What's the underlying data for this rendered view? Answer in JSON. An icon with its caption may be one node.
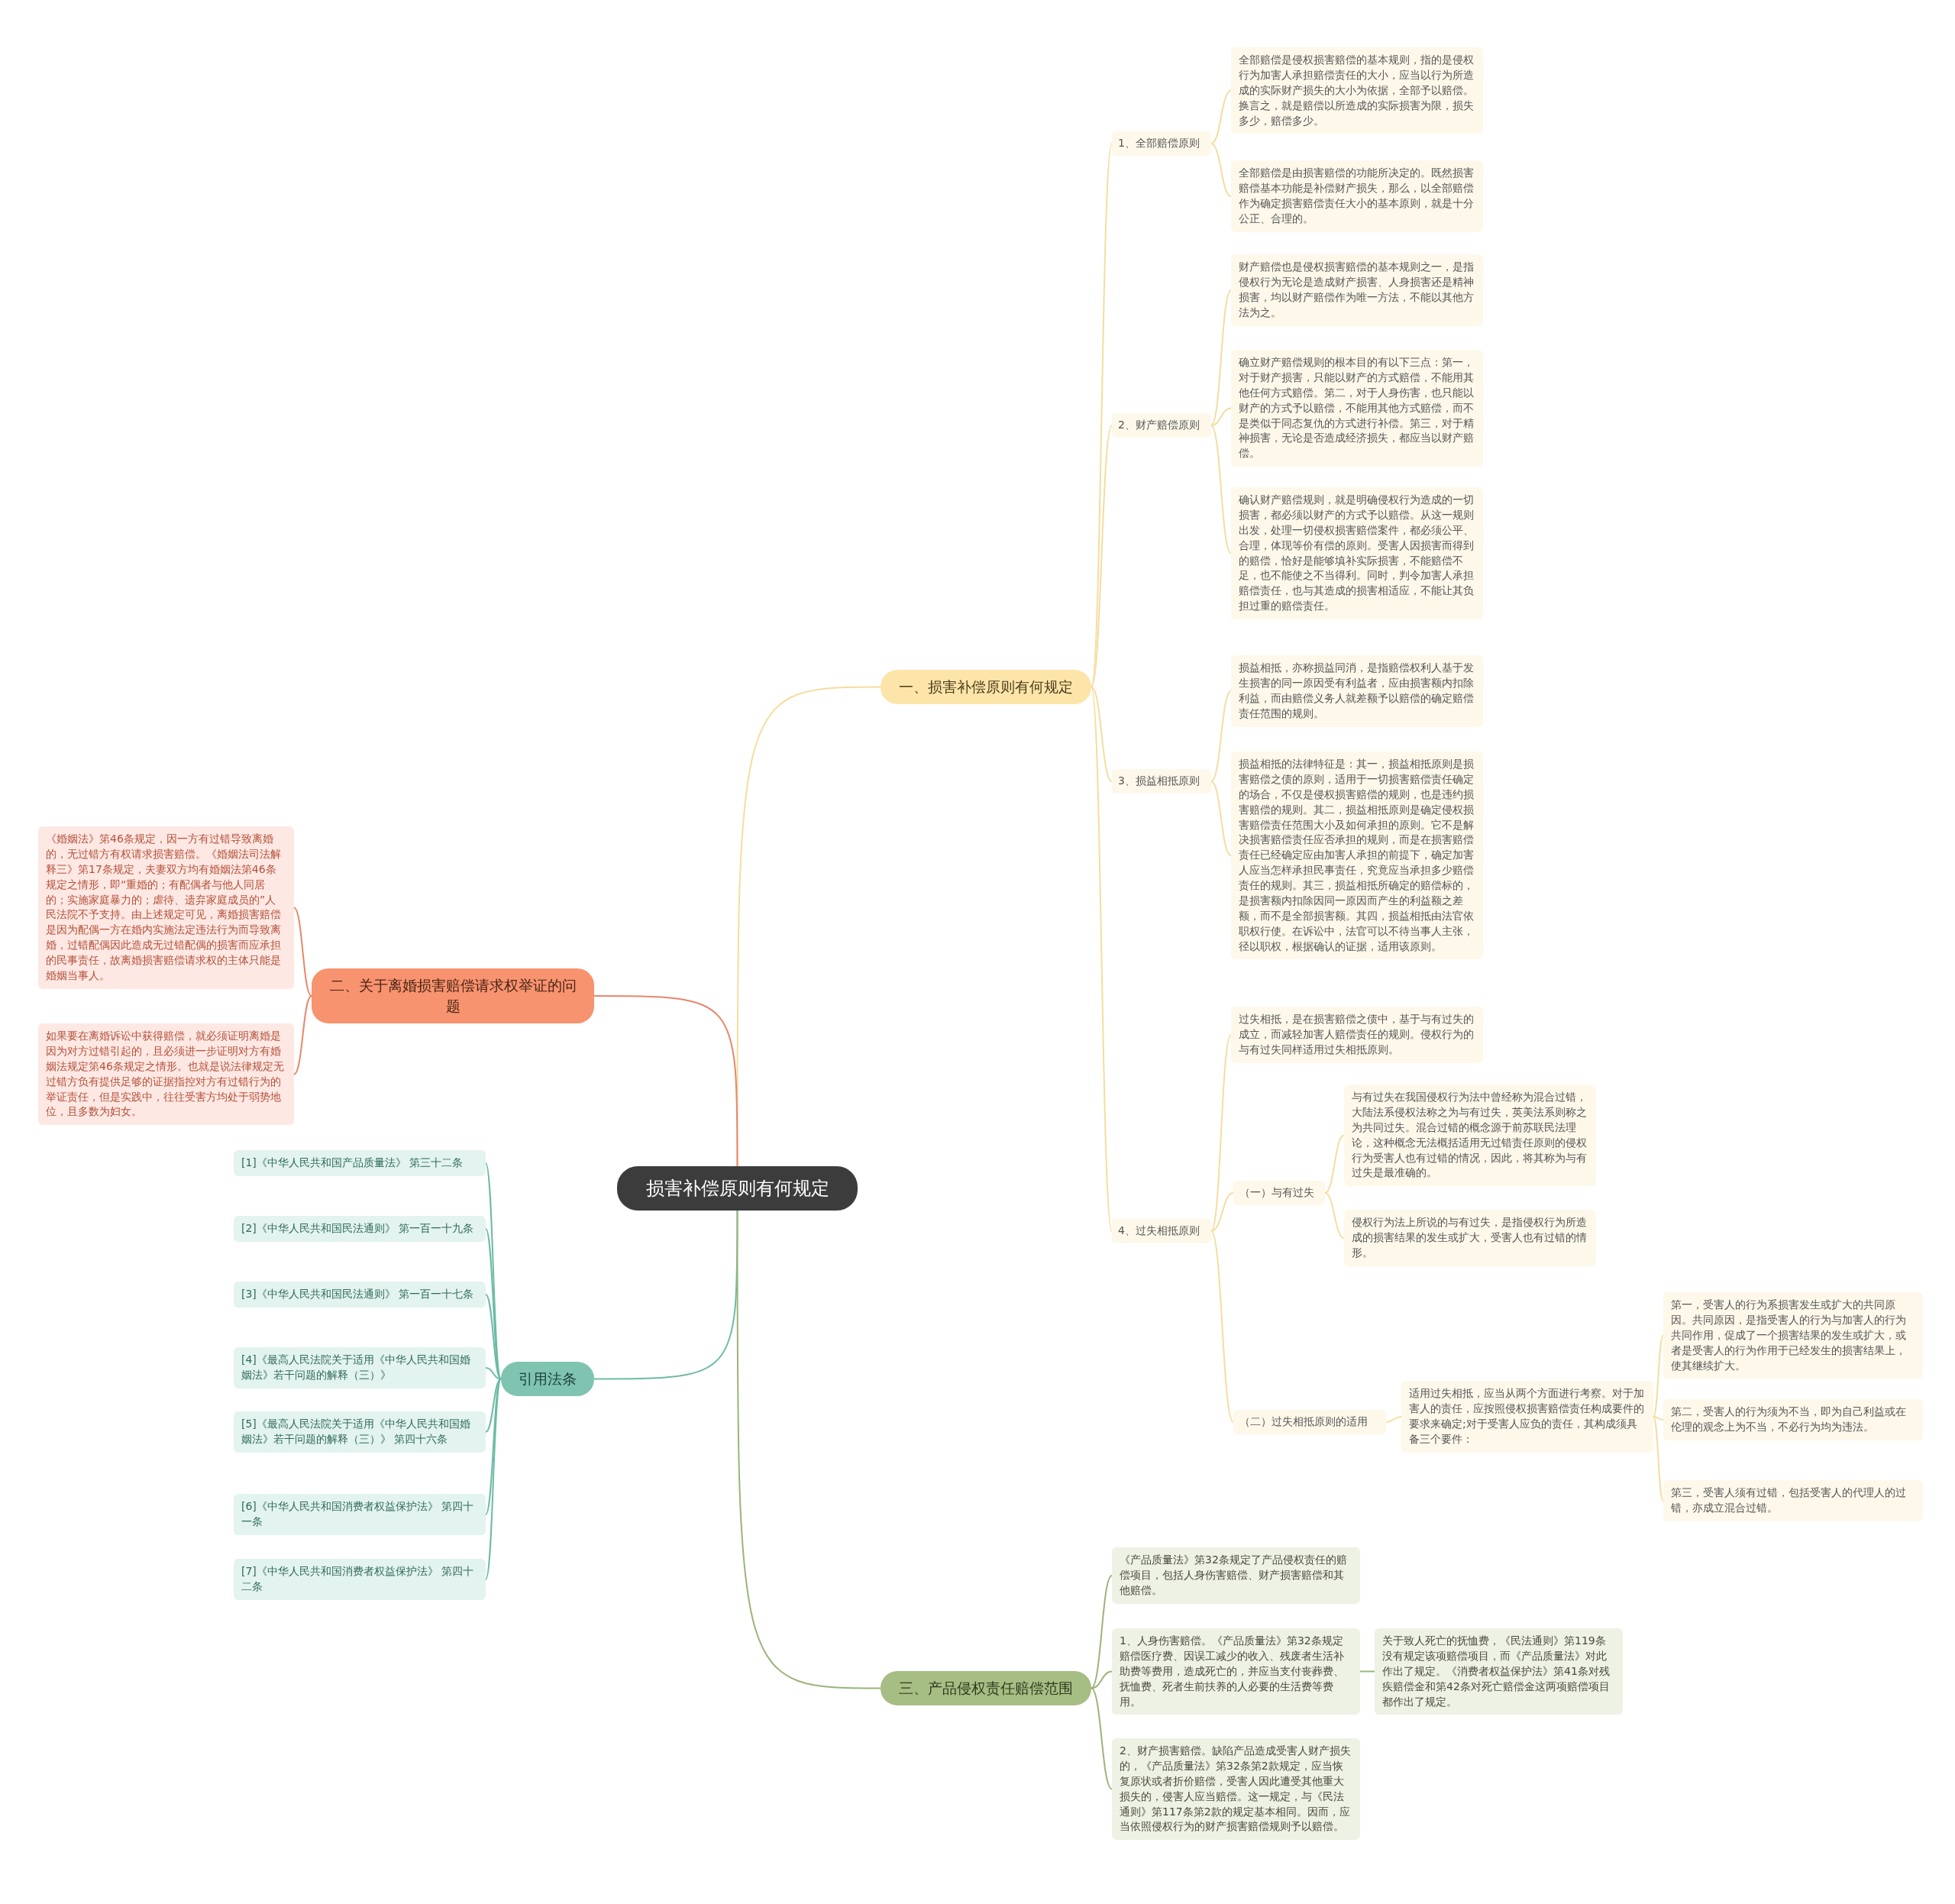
{
  "diagram": {
    "nodes": [
      {
        "text": [
          "损害补偿原则有何规定"
        ]
      },
      {
        "text": [
          "一、损害补偿原则有何规定"
        ]
      },
      {
        "text": [
          "1、全部赔偿原则"
        ]
      },
      {
        "text": [
          "全部赔偿是侵权损害赔偿的基本规则，指的是侵权行为加害人承担赔偿责任的大小，应当以行为所造成的实际财产损失的大小为依据，全部予以赔偿。换言之，就是赔偿以所造成的实际损害为限，损失多少，赔偿多少。"
        ]
      },
      {
        "text": [
          "全部赔偿是由损害赔偿的功能所决定的。既然损害赔偿基本功能是补偿财产损失，那么，以全部赔偿作为确定损害赔偿责任大小的基本原则，就是十分公正、合理的。"
        ]
      },
      {
        "text": [
          "2、财产赔偿原则"
        ]
      },
      {
        "text": [
          "财产赔偿也是侵权损害赔偿的基本规则之一，是指侵权行为无论是造成财产损害、人身损害还是精神损害，均以财产赔偿作为唯一方法，不能以其他方法为之。"
        ]
      },
      {
        "text": [
          "确立财产赔偿规则的根本目的有以下三点：第一，对于财产损害，只能以财产的方式赔偿，不能用其他任何方式赔偿。第二，对于人身伤害，也只能以财产的方式予以赔偿，不能用其他方式赔偿，而不是类似于同态复仇的方式进行补偿。第三，对于精神损害，无论是否造成经济损失，都应当以财产赔偿。"
        ]
      },
      {
        "text": [
          "确认财产赔偿规则，就是明确侵权行为造成的一切损害，都必须以财产的方式予以赔偿。从这一规则出发，处理一切侵权损害赔偿案件，都必须公平、合理，体现等价有偿的原则。受害人因损害而得到的赔偿，恰好是能够填补实际损害，不能赔偿不足，也不能使之不当得利。同时，判令加害人承担赔偿责任，也与其造成的损害相适应，不能让其负担过重的赔偿责任。"
        ]
      },
      {
        "text": [
          "3、损益相抵原则"
        ]
      },
      {
        "text": [
          "损益相抵，亦称损益同消，是指赔偿权利人基于发生损害的同一原因受有利益者，应由损害额内扣除利益，而由赔偿义务人就差额予以赔偿的确定赔偿责任范围的规则。"
        ]
      },
      {
        "text": [
          "损益相抵的法律特征是：其一，损益相抵原则是损害赔偿之债的原则，适用于一切损害赔偿责任确定的场合，不仅是侵权损害赔偿的规则，也是违约损害赔偿的规则。其二，损益相抵原则是确定侵权损害赔偿责任范围大小及如何承担的原则。它不是解决损害赔偿责任应否承担的规则，而是在损害赔偿责任已经确定应由加害人承担的前提下，确定加害人应当怎样承担民事责任，究竟应当承担多少赔偿责任的规则。其三，损益相抵所确定的赔偿标的，是损害额内扣除因同一原因而产生的利益额之差额，而不是全部损害额。其四，损益相抵由法官依职权行使。在诉讼中，法官可以不待当事人主张，径以职权，根据确认的证据，适用该原则。"
        ]
      },
      {
        "text": [
          "4、过失相抵原则"
        ]
      },
      {
        "text": [
          "过失相抵，是在损害赔偿之债中，基于与有过失的成立，而减轻加害人赔偿责任的规则。侵权行为的与有过失同样适用过失相抵原则。"
        ]
      },
      {
        "text": [
          "（一）与有过失"
        ]
      },
      {
        "text": [
          "与有过失在我国侵权行为法中曾经称为混合过错，大陆法系侵权法称之为与有过失，英美法系则称之为共同过失。混合过错的概念源于前苏联民法理论，这种概念无法概括适用无过错责任原则的侵权行为受害人也有过错的情况，因此，将其称为与有过失是最准确的。"
        ]
      },
      {
        "text": [
          "侵权行为法上所说的与有过失，是指侵权行为所造成的损害结果的发生或扩大，受害人也有过错的情形。"
        ]
      },
      {
        "text": [
          "（二）过失相抵原则的适用"
        ]
      },
      {
        "text": [
          "适用过失相抵，应当从两个方面进行考察。对于加害人的责任，应按照侵权损害赔偿责任构成要件的要求来确定;对于受害人应负的责任，其构成须具备三个要件："
        ]
      },
      {
        "text": [
          "第一，受害人的行为系损害发生或扩大的共同原因。共同原因，是指受害人的行为与加害人的行为共同作用，促成了一个损害结果的发生或扩大，或者是受害人的行为作用于已经发生的损害结果上，使其继续扩大。"
        ]
      },
      {
        "text": [
          "第二，受害人的行为须为不当，即为自己利益或在伦理的观念上为不当，不必行为均为违法。"
        ]
      },
      {
        "text": [
          "第三，受害人须有过错，包括受害人的代理人的过错，亦成立混合过错。"
        ]
      },
      {
        "text": [
          "二、关于离婚损害赔偿请求权举证的问题"
        ]
      },
      {
        "text": [
          "《婚姻法》第46条规定，因一方有过错导致离婚的，无过错方有权请求损害赔偿。《婚姻法司法解释三》第17条规定，夫妻双方均有婚姻法第46条规定之情形，即“重婚的；有配偶者与他人同居的；实施家庭暴力的；虐待、遗弃家庭成员的”人民法院不予支持。由上述规定可见，离婚损害赔偿是因为配偶一方在婚内实施法定违法行为而导致离婚，过错配偶因此造成无过错配偶的损害而应承担的民事责任，故离婚损害赔偿请求权的主体只能是婚姻当事人。"
        ]
      },
      {
        "text": [
          "如果要在离婚诉讼中获得赔偿，就必须证明离婚是因为对方过错引起的，且必须进一步证明对方有婚姻法规定第46条规定之情形。也就是说法律规定无过错方负有提供足够的证据指控对方有过错行为的举证责任，但是实践中，往往受害方均处于弱势地位，且多数为妇女。"
        ]
      },
      {
        "text": [
          "引用法条"
        ]
      },
      {
        "text": [
          "[1]《中华人民共和国产品质量法》 第三十二条"
        ]
      },
      {
        "text": [
          "[2]《中华人民共和国民法通则》 第一百一十九条"
        ]
      },
      {
        "text": [
          "[3]《中华人民共和国民法通则》 第一百一十七条"
        ]
      },
      {
        "text": [
          "[4]《最高人民法院关于适用《中华人民共和国婚姻法》若干问题的解释（三）》"
        ]
      },
      {
        "text": [
          "[5]《最高人民法院关于适用《中华人民共和国婚姻法》若干问题的解释（三）》 第四十六条"
        ]
      },
      {
        "text": [
          "[6]《中华人民共和国消费者权益保护法》 第四十一条"
        ]
      },
      {
        "text": [
          "[7]《中华人民共和国消费者权益保护法》 第四十二条"
        ]
      },
      {
        "text": [
          "三、产品侵权责任赔偿范围"
        ]
      },
      {
        "text": [
          "《产品质量法》第32条规定了产品侵权责任的赔偿项目，包括人身伤害赔偿、财产损害赔偿和其他赔偿。"
        ]
      },
      {
        "text": [
          "1、人身伤害赔偿。《产品质量法》第32条规定赔偿医疗费、因误工减少的收入、残废者生活补助费等费用，造成死亡的，并应当支付丧葬费、抚恤费、死者生前扶养的人必要的生活费等费用。"
        ]
      },
      {
        "text": [
          "关于致人死亡的抚恤费，《民法通则》第119条没有规定该项赔偿项目，而《产品质量法》对此作出了规定。《消费者权益保护法》第41条对残疾赔偿金和第42条对死亡赔偿金这两项赔偿项目都作出了规定。"
        ]
      },
      {
        "text": [
          "2、财产损害赔偿。缺陷产品造成受害人财产损失的，《产品质量法》第32条第2款规定，应当恢复原状或者折价赔偿，受害人因此遭受其他重大损失的，侵害人应当赔偿。这一规定，与《民法通则》第117条第2款的规定基本相同。因而，应当依照侵权行为的财产损害赔偿规则予以赔偿。"
        ]
      }
    ],
    "edges": [
      {
        "from": 0,
        "to": 1,
        "arrow": "none"
      },
      {
        "from": 1,
        "to": 2,
        "arrow": "none"
      },
      {
        "from": 2,
        "to": 3,
        "arrow": "none"
      },
      {
        "from": 2,
        "to": 4,
        "arrow": "none"
      },
      {
        "from": 1,
        "to": 5,
        "arrow": "none"
      },
      {
        "from": 5,
        "to": 6,
        "arrow": "none"
      },
      {
        "from": 5,
        "to": 7,
        "arrow": "none"
      },
      {
        "from": 5,
        "to": 8,
        "arrow": "none"
      },
      {
        "from": 1,
        "to": 9,
        "arrow": "none"
      },
      {
        "from": 9,
        "to": 10,
        "arrow": "none"
      },
      {
        "from": 9,
        "to": 11,
        "arrow": "none"
      },
      {
        "from": 1,
        "to": 12,
        "arrow": "none"
      },
      {
        "from": 12,
        "to": 13,
        "arrow": "none"
      },
      {
        "from": 12,
        "to": 14,
        "arrow": "none"
      },
      {
        "from": 14,
        "to": 15,
        "arrow": "none"
      },
      {
        "from": 14,
        "to": 16,
        "arrow": "none"
      },
      {
        "from": 12,
        "to": 17,
        "arrow": "none"
      },
      {
        "from": 17,
        "to": 18,
        "arrow": "none"
      },
      {
        "from": 18,
        "to": 19,
        "arrow": "none"
      },
      {
        "from": 18,
        "to": 20,
        "arrow": "none"
      },
      {
        "from": 18,
        "to": 21,
        "arrow": "none"
      },
      {
        "from": 0,
        "to": 22,
        "arrow": "none",
        "color": "#e8866a"
      },
      {
        "from": 22,
        "to": 23,
        "arrow": "none",
        "color": "#e8866a"
      },
      {
        "from": 22,
        "to": 24,
        "arrow": "none",
        "color": "#e8866a"
      },
      {
        "from": 0,
        "to": 25,
        "arrow": "none",
        "color": "#6cbba6"
      },
      {
        "from": 25,
        "to": 26,
        "arrow": "none",
        "color": "#6cbba6"
      },
      {
        "from": 25,
        "to": 27,
        "arrow": "none",
        "color": "#6cbba6"
      },
      {
        "from": 25,
        "to": 28,
        "arrow": "none",
        "color": "#6cbba6"
      },
      {
        "from": 25,
        "to": 29,
        "arrow": "none",
        "color": "#6cbba6"
      },
      {
        "from": 25,
        "to": 30,
        "arrow": "none",
        "color": "#6cbba6"
      },
      {
        "from": 25,
        "to": 31,
        "arrow": "none",
        "color": "#6cbba6"
      },
      {
        "from": 25,
        "to": 32,
        "arrow": "none",
        "color": "#6cbba6"
      },
      {
        "from": 0,
        "to": 33,
        "arrow": "none",
        "color": "#9bb47a"
      },
      {
        "from": 33,
        "to": 34,
        "arrow": "none",
        "color": "#9bb47a"
      },
      {
        "from": 33,
        "to": 35,
        "arrow": "none",
        "color": "#9bb47a"
      },
      {
        "from": 35,
        "to": 36,
        "arrow": "none",
        "color": "#9bb47a"
      },
      {
        "from": 33,
        "to": 37,
        "arrow": "none",
        "color": "#9bb47a"
      }
    ]
  }
}
